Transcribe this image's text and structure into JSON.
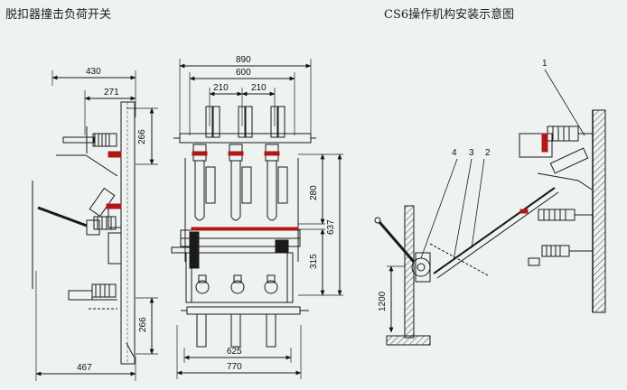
{
  "captions": {
    "left": "脱扣器撞击负荷开关",
    "right": "CS6操作机构安装示意图"
  },
  "side_view": {
    "dims": {
      "width_430": "430",
      "width_271": "271",
      "height_266_top": "266",
      "height_266_bottom": "266",
      "width_467": "467"
    }
  },
  "front_view": {
    "dims": {
      "width_890": "890",
      "width_600": "600",
      "pitch_210_a": "210",
      "pitch_210_b": "210",
      "height_280": "280",
      "height_637": "637",
      "height_315": "315",
      "width_625": "625",
      "width_770": "770"
    }
  },
  "mechanism": {
    "callouts": [
      "1",
      "2",
      "3",
      "4"
    ],
    "dims": {
      "height_1200": "1200"
    }
  },
  "colors": {
    "background": "#eef3f1",
    "line": "#1a1a1a",
    "red_accent": "#b01818",
    "hatch": "#444444"
  }
}
